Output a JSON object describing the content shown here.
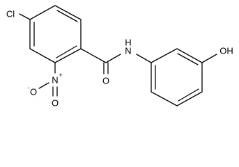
{
  "molecule": {
    "atoms": {
      "cl": "Cl",
      "n_amide": "N",
      "h_amide": "H",
      "o_carbonyl": "O",
      "n_nitro": "N",
      "o_nitro_top": "O",
      "o_nitro_side": "O",
      "oh": "OH"
    },
    "charges": {
      "n_nitro": "+",
      "o_nitro_side": "-"
    }
  }
}
